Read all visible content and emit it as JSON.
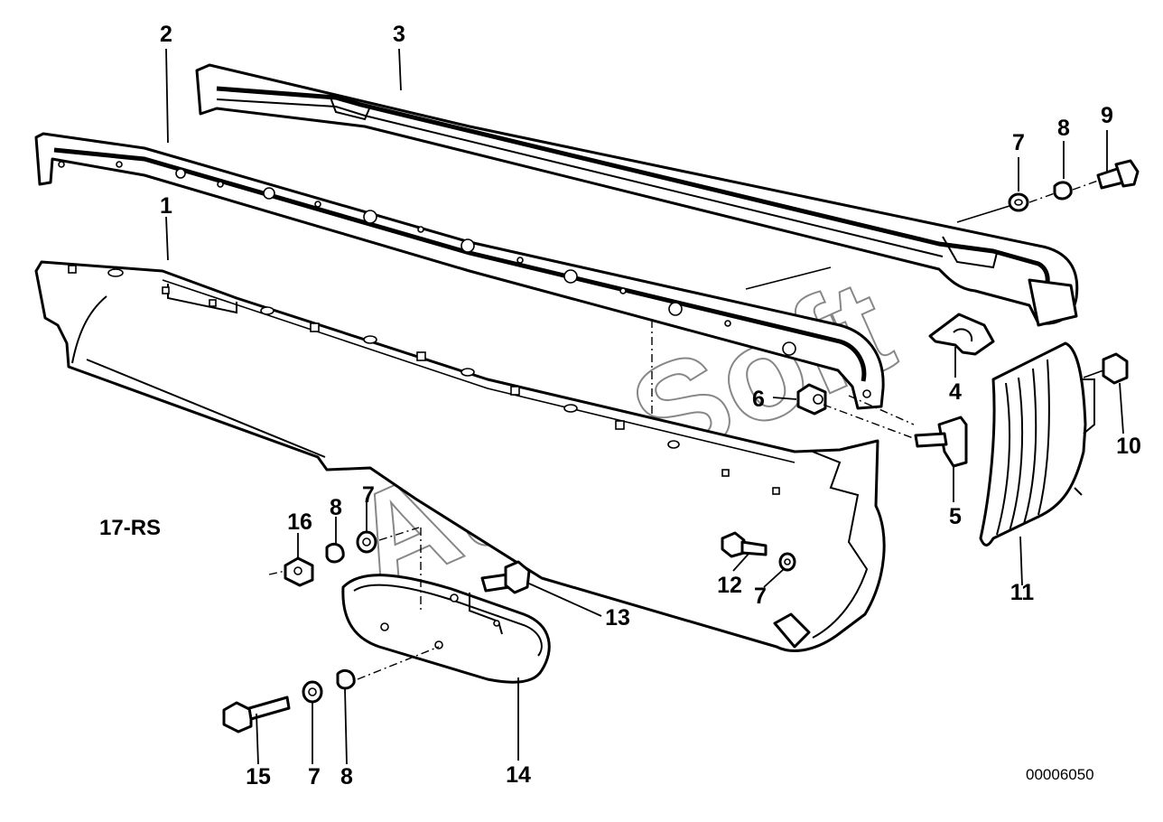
{
  "diagram": {
    "group_code": "17-RS",
    "reference_number": "00006050",
    "watermark": "AutoSoft",
    "callouts": {
      "c1": "1",
      "c2": "2",
      "c3": "3",
      "c4": "4",
      "c5": "5",
      "c6": "6",
      "c7a": "7",
      "c7b": "7",
      "c7c": "7",
      "c7d": "7",
      "c8a": "8",
      "c8b": "8",
      "c8c": "8",
      "c9": "9",
      "c10": "10",
      "c11": "11",
      "c12": "12",
      "c13": "13",
      "c14": "14",
      "c15": "15",
      "c16": "16"
    }
  }
}
